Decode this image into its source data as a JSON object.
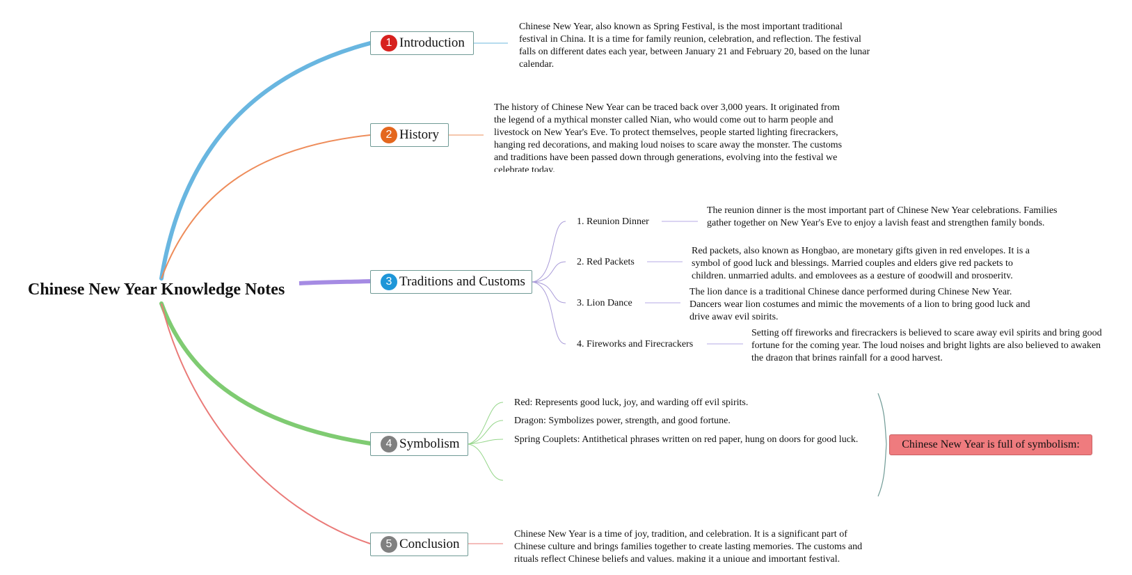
{
  "root": {
    "title": "Chinese New Year Knowledge Notes"
  },
  "colors": {
    "introduction": "#69b6e0",
    "history": "#ee8c5a",
    "traditions": "#a58be3",
    "symbolism": "#7fcb72",
    "conclusion": "#ea7a78",
    "box_border": "#6f9a95",
    "summary_fill": "#ef7b7e"
  },
  "topics": [
    {
      "number": "1",
      "badge_color": "#d7211e",
      "label": "Introduction",
      "note": "Chinese New Year, also known as Spring Festival, is the most important traditional festival in China. It is a time for family reunion, celebration, and reflection. The festival falls on different dates each year, between January 21 and February 20, based on the lunar calendar."
    },
    {
      "number": "2",
      "badge_color": "#e4671e",
      "label": "History",
      "note": "The history of Chinese New Year can be traced back over 3,000 years. It originated from the legend of a mythical monster called Nian, who would come out to harm people and livestock on New Year's Eve. To protect themselves, people started lighting firecrackers, hanging red decorations, and making loud noises to scare away the monster. The customs and traditions have been passed down through generations, evolving into the festival we celebrate today."
    },
    {
      "number": "3",
      "badge_color": "#1e96d8",
      "label": "Traditions and Customs",
      "subtopics": [
        {
          "label": "1. Reunion Dinner",
          "note": "The reunion dinner is the most important part of Chinese New Year celebrations. Families gather together on New Year's Eve to enjoy a lavish feast and strengthen family bonds."
        },
        {
          "label": "2. Red Packets",
          "note": "Red packets, also known as Hongbao, are monetary gifts given in red envelopes. It is a symbol of good luck and blessings. Married couples and elders give red packets to children, unmarried adults, and employees as a gesture of goodwill and prosperity."
        },
        {
          "label": "3. Lion Dance",
          "note": "The lion dance is a traditional Chinese dance performed during Chinese New Year. Dancers wear lion costumes and mimic the movements of a lion to bring good luck and drive away evil spirits."
        },
        {
          "label": "4. Fireworks and Firecrackers",
          "note": "Setting off fireworks and firecrackers is believed to scare away evil spirits and bring good fortune for the coming year. The loud noises and bright lights are also believed to awaken the dragon that brings rainfall for a good harvest."
        }
      ]
    },
    {
      "number": "4",
      "badge_color": "#808080",
      "label": "Symbolism",
      "items": [
        "Red: Represents good luck, joy, and warding off evil spirits.",
        "Dragon: Symbolizes power, strength, and good fortune.",
        "Spring Couplets: Antithetical phrases written on red paper, hung on doors for good luck."
      ],
      "summary": "Chinese New Year is full of symbolism:"
    },
    {
      "number": "5",
      "badge_color": "#808080",
      "label": "Conclusion",
      "note": "Chinese New Year is a time of joy, tradition, and celebration. It is a significant part of Chinese culture and brings families together to create lasting memories. The customs and rituals reflect Chinese beliefs and values, making it a unique and important festival."
    }
  ]
}
